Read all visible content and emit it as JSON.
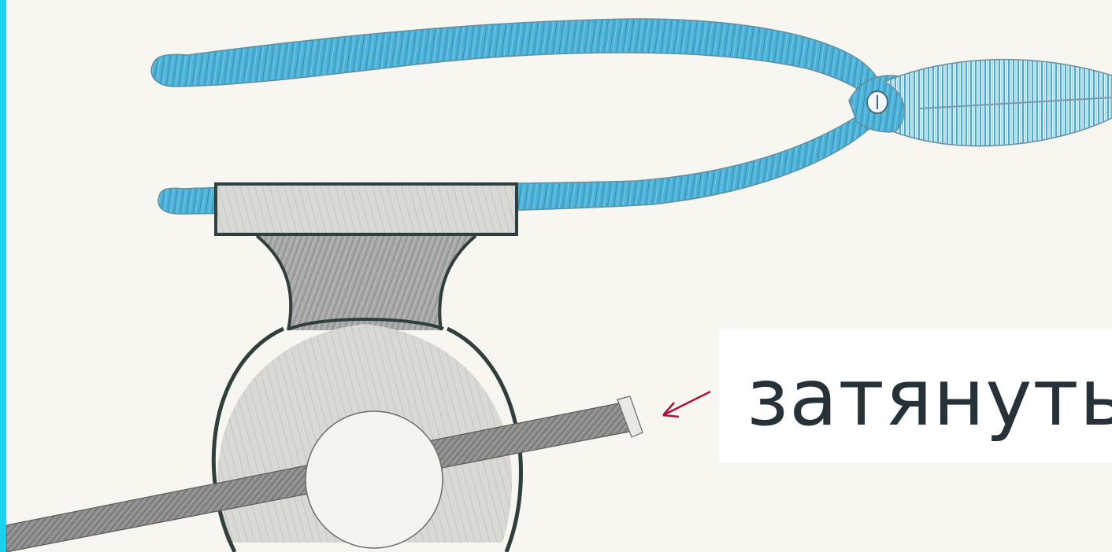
{
  "caption": {
    "text": "затянуть"
  },
  "colors": {
    "background_border": "#19d3ee",
    "paper": "#f7f6f0",
    "pliers": "#3aa7cf",
    "metal": "#9a9a9a",
    "outline": "#2f3f3d",
    "arrow": "#b0103a",
    "text": "#263238"
  },
  "icons": {
    "pliers": "pliers-drawing",
    "fitting": "pipe-fitting-drawing",
    "arrow": "arrow-icon"
  }
}
